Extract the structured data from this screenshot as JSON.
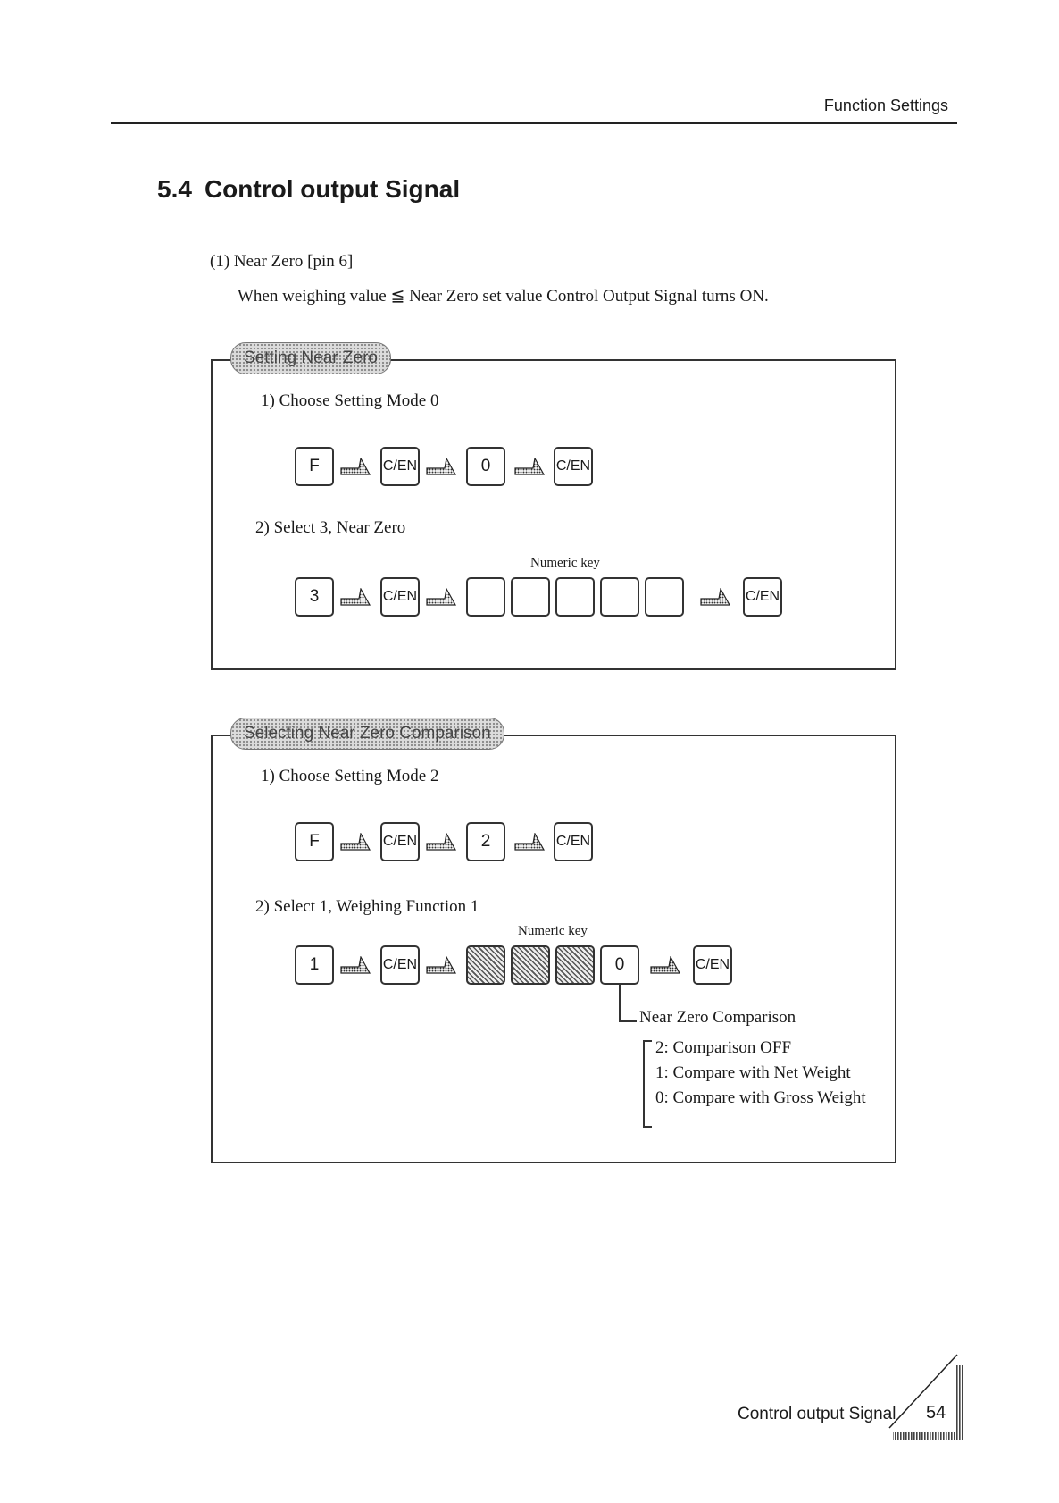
{
  "header": {
    "section": "Function Settings"
  },
  "title": {
    "number": "5.4",
    "text": "Control output Signal"
  },
  "intro": {
    "heading": "(1) Near Zero [pin 6]",
    "description": "When weighing value ≦ Near Zero set value Control Output Signal turns ON."
  },
  "panel1": {
    "tab": "Setting Near Zero",
    "step1": "1) Choose Setting Mode 0",
    "step1_keys": [
      "F",
      "C/EN",
      "0",
      "C/EN"
    ],
    "step2": "2) Select 3, Near Zero",
    "numeric_key_label": "Numeric key",
    "step2_keys": [
      "3",
      "C/EN",
      "C/EN"
    ]
  },
  "panel2": {
    "tab": "Selecting Near Zero Comparison",
    "step1": "1) Choose Setting Mode 2",
    "step1_keys": [
      "F",
      "C/EN",
      "2",
      "C/EN"
    ],
    "step2": "2) Select 1, Weighing Function 1",
    "numeric_key_label": "Numeric key",
    "step2_keys": [
      "1",
      "C/EN",
      "0",
      "C/EN"
    ],
    "comparison_label": "Near Zero Comparison",
    "options": [
      "2: Comparison OFF",
      "1: Compare with Net Weight",
      "0: Compare with Gross Weight"
    ]
  },
  "footer": {
    "section": "Control output Signal",
    "page": "54"
  }
}
